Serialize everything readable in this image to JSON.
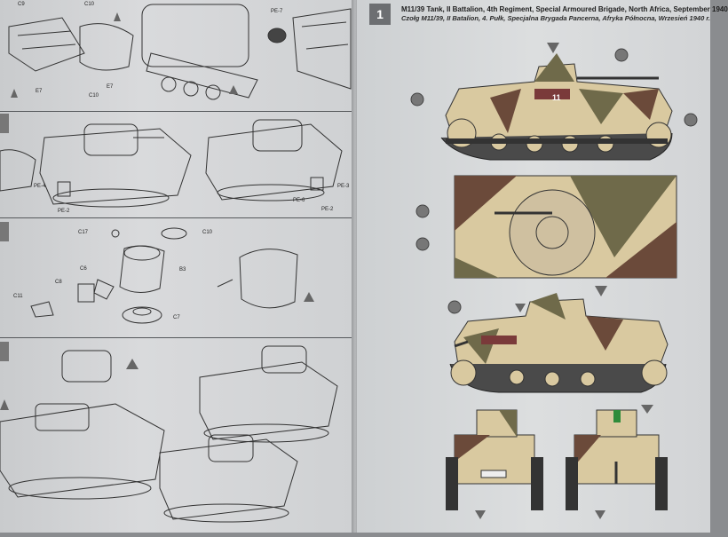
{
  "left_page": {
    "panel_1": {
      "labels": [
        "C9",
        "C10",
        "PE-7",
        "E7",
        "E7",
        "C10"
      ]
    },
    "panel_2": {
      "labels": [
        "PE-4",
        "PE-2",
        "PE-6",
        "PE-2",
        "PE-3"
      ]
    },
    "panel_3": {
      "labels": [
        "C17",
        "C10",
        "B3",
        "C6",
        "C8",
        "C11",
        "C7"
      ]
    }
  },
  "right_page": {
    "step_number": "1",
    "caption_en": "M11/39 Tank, II Battalion, 4th Regiment, Special Armoured Brigade, North Africa, September 1940",
    "caption_pl": "Czołg M11/39, II Batalion, 4. Pułk, Specjalna Brygada Pancerna, Afryka Północna, Wrzesień 1940 r.",
    "hull_number": "11",
    "colors": {
      "sand": "#d9c9a0",
      "green": "#6f6a4a",
      "brown": "#6b4a3a",
      "red": "#c0392b"
    }
  }
}
